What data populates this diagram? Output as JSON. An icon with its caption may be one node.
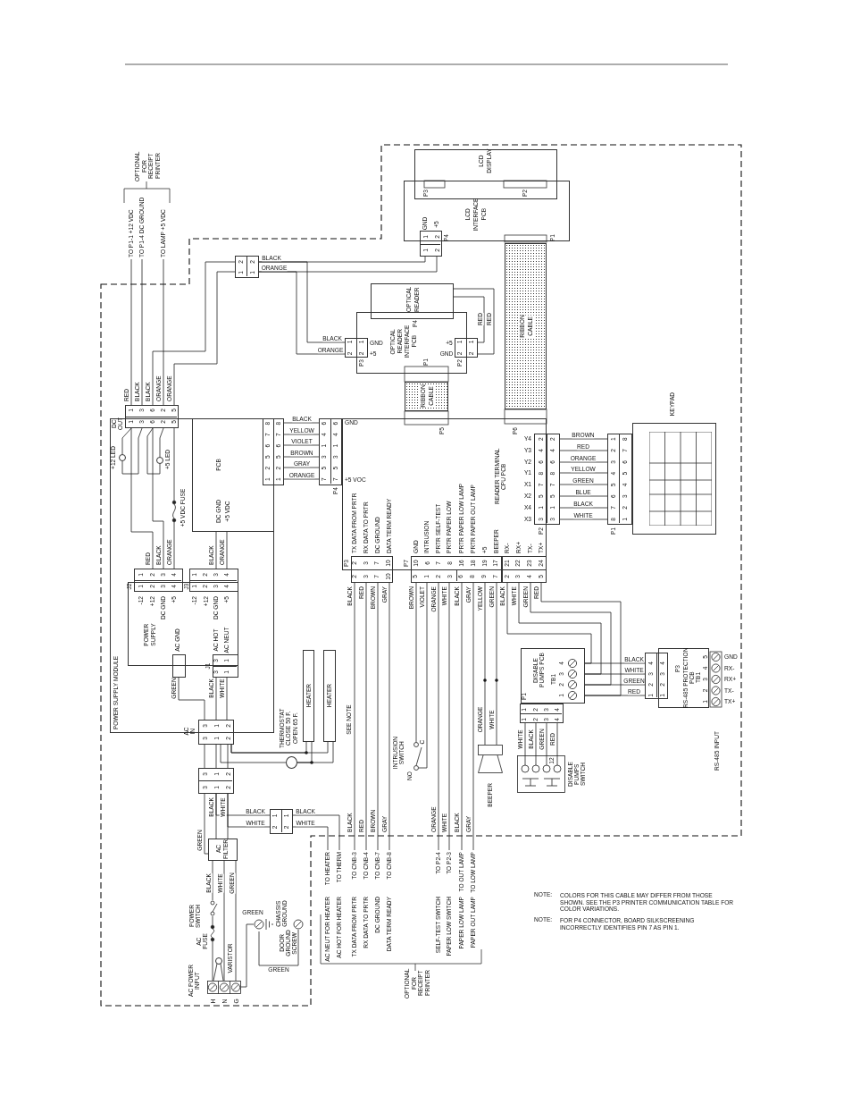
{
  "diagram": {
    "nodes": [
      {
        "text": [
          "OPTIONAL FOR RECEIPT PRINTER"
        ]
      },
      {
        "text": [
          "TO P1-1 +12 VDC"
        ]
      },
      {
        "text": [
          "TO P1-4 DC GROUND"
        ]
      },
      {
        "text": [
          "TO LAMP +5 VDC"
        ]
      },
      {
        "text": [
          "1 2",
          "1 2"
        ]
      },
      {
        "text": [
          "LCD DISPLAY"
        ]
      },
      {
        "text": [
          "LCD INTERFACE PCB"
        ]
      },
      {
        "text": [
          "1 2",
          "1 2"
        ],
        "beside": [
          "P4"
        ]
      },
      {
        "text": [
          "RIBBON CABLE"
        ]
      },
      {
        "text": [
          "OPTICAL READER"
        ]
      },
      {
        "text": [
          "OPTICAL READER INTERFACE PCB"
        ]
      },
      {
        "text": [
          "2 1",
          "2 1"
        ],
        "beside": [
          "P3"
        ]
      },
      {
        "text": [
          "2 1",
          "2 1"
        ],
        "beside": [
          "P2"
        ]
      },
      {
        "text": [
          "RIBBON CABLE"
        ]
      },
      {
        "text": [
          "POWER SUPPLY MODULE"
        ]
      },
      {
        "text": [
          "1 3 6 2 5",
          "1 3 6 2 5"
        ],
        "beside": [
          "DC OUT"
        ]
      },
      {
        "text": [
          "PCB",
          "DC GND",
          "+5 VDC"
        ],
        "in": 14
      },
      {
        "text": [
          "1 2 5 6 7 8",
          "1 2 5 6 7 8"
        ]
      },
      {
        "text": [
          "READER TERMINAL CPU PCB"
        ]
      },
      {
        "text": [
          "7 5 3 1 4 6",
          "7 5 3 1 4 6"
        ],
        "beside": [
          "P4"
        ]
      },
      {
        "text": [
          "2 3 7 10",
          "2 3 7 10"
        ],
        "beside": [
          "P3"
        ]
      },
      {
        "text": [
          "10 6 7 8 16 18 19 17",
          "5 1 2 3",
          "6 8 9 7"
        ],
        "beside": [
          "P7"
        ]
      },
      {
        "text": [
          "21 22 23 24",
          "2 3 4 5"
        ]
      },
      {
        "text": [
          "3 1 5 7 8 6 4 2",
          "3 1 5 7 8 6 4 2"
        ],
        "beside": [
          "P2"
        ]
      },
      {
        "text": [
          "8 7 6 5 4 3 2 1",
          "1 2 3 4 5 6 7 8"
        ],
        "beside": [
          "P1"
        ]
      },
      {
        "text": [
          "KEYPAD"
        ]
      },
      {
        "text": [
          "POWER SUPPLY",
          "-12",
          "+12",
          "DC GND",
          "+5",
          "-12",
          "+12",
          "DC GND",
          "+5",
          "AC GND",
          "AC HOT",
          "AC NEUT"
        ],
        "in": 14
      },
      {
        "text": [
          "1 2 3 4",
          "1 2 3 4"
        ],
        "beside": [
          "J2"
        ],
        "in": 14
      },
      {
        "text": [
          "1 2 3 4",
          "1 2 3 4"
        ],
        "beside": [
          "J3"
        ],
        "in": 14
      },
      {
        "text": [
          "3 1",
          "3 1"
        ],
        "beside": [
          "J1"
        ],
        "in": 14
      },
      {
        "text": [],
        "shape": "box",
        "in": 14
      },
      {
        "text": [
          "3 1 2",
          "3 1 2"
        ],
        "beside": [
          "AC IN"
        ]
      },
      {
        "text": [
          "3 1 2",
          "3 1 2"
        ]
      },
      {
        "text": [
          "2 1",
          "2 1"
        ]
      },
      {
        "text": [
          "AC FILTER"
        ]
      },
      {
        "text": [
          "HEATER"
        ]
      },
      {
        "text": [
          "HEATER"
        ]
      },
      {
        "text": [
          "THERMOSTAT CLOSE 50 F. OPEN 65 F."
        ]
      },
      {
        "text": [
          "AC POWER INPUT",
          "H N G"
        ]
      },
      {
        "text": [
          "POWER SWITCH"
        ]
      },
      {
        "text": [
          "AC FUSE"
        ]
      },
      {
        "text": [
          "VARISTOR"
        ]
      },
      {
        "text": [
          "CHASSIS GROUND"
        ]
      },
      {
        "text": [
          "DOOR GROUND SCREW"
        ]
      },
      {
        "text": [
          "INTRUSION SWITCH",
          "NO",
          "C"
        ]
      },
      {
        "text": [
          "BEEPER"
        ]
      },
      {
        "text": [
          "DISABLE PUMPS PCB",
          "TB1",
          "1 2 3 4"
        ]
      },
      {
        "text": [
          "1 2 3 4",
          "1 2 3 4"
        ]
      },
      {
        "text": [
          "DISABLE PUMPS SWITCH",
          "12"
        ]
      },
      {
        "text": [
          "1 2 3 4",
          "1 2 3 4"
        ]
      },
      {
        "text": [
          "RS-485 PROTECTION PCB",
          "TB1",
          "1 2 3 4 5",
          "GND",
          "RX-",
          "RX+",
          "TX-",
          "TX+"
        ]
      },
      {
        "text": [
          "AC NEUT FOR HEATER",
          "TO HEATER"
        ]
      },
      {
        "text": [
          "AC HOT FOR HEATER",
          "TO THERM"
        ]
      },
      {
        "text": [
          "TX DATA FROM PRTR",
          "TO CNB-3"
        ]
      },
      {
        "text": [
          "RX DATA TO PRTR",
          "TO CNB-4"
        ]
      },
      {
        "text": [
          "DC GROUND",
          "TO CNB-7"
        ]
      },
      {
        "text": [
          "DATA TERM READY",
          "TO CNB-8"
        ]
      },
      {
        "text": [
          "SELF-TEST SWITCH",
          "TO P2-4"
        ]
      },
      {
        "text": [
          "PAPER LOW SWITCH",
          "TO P2-3"
        ]
      },
      {
        "text": [
          "PAPER LOW LAMP",
          "TO OUT LAMP"
        ]
      },
      {
        "text": [
          "PAPER OUT LAMP",
          "TO LOW LAMP"
        ]
      },
      {
        "text": [
          "OPTIONAL FOR RECEIPT PRINTER"
        ]
      },
      {
        "text": [
          "+12 LED"
        ],
        "in": 14
      },
      {
        "text": [
          "+5 LED"
        ],
        "in": 14
      },
      {
        "text": [
          "+5 VDC FUSE"
        ],
        "in": 14
      }
    ],
    "edges": [
      {
        "from": 15,
        "to": 1,
        "arrow": "none",
        "label": "RED"
      },
      {
        "from": 15,
        "to": 2,
        "arrow": "none",
        "label": "BLACK"
      },
      {
        "from": 15,
        "to": 4,
        "arrow": "none",
        "label": "BLACK"
      },
      {
        "from": 15,
        "to": 3,
        "arrow": "none",
        "label": "ORANGE"
      },
      {
        "from": 15,
        "to": 4,
        "arrow": "none",
        "label": "ORANGE"
      },
      {
        "from": 4,
        "to": 7,
        "arrow": "none",
        "label": "BLACK"
      },
      {
        "from": 4,
        "to": 7,
        "arrow": "none",
        "label": "ORANGE"
      },
      {
        "from": 4,
        "to": 11,
        "arrow": "none",
        "label": "BLACK"
      },
      {
        "from": 4,
        "to": 11,
        "arrow": "none",
        "label": "ORANGE"
      },
      {
        "from": 12,
        "to": 9,
        "arrow": "none",
        "label": "RED"
      },
      {
        "from": 12,
        "to": 9,
        "arrow": "none",
        "label": "RED"
      },
      {
        "from": 15,
        "to": 62,
        "arrow": "none"
      },
      {
        "from": 15,
        "to": 62,
        "arrow": "none"
      },
      {
        "from": 15,
        "to": 63,
        "arrow": "none"
      },
      {
        "from": 15,
        "to": 63,
        "arrow": "none"
      },
      {
        "from": 15,
        "to": 27,
        "arrow": "none",
        "label": "RED"
      },
      {
        "from": 15,
        "to": 27,
        "arrow": "none",
        "label": "BLACK"
      },
      {
        "from": 15,
        "to": 64,
        "arrow": "none"
      },
      {
        "from": 64,
        "to": 27,
        "arrow": "none",
        "label": "ORANGE"
      },
      {
        "from": 16,
        "to": 28,
        "arrow": "none",
        "label": "BLACK"
      },
      {
        "from": 16,
        "to": 28,
        "arrow": "none",
        "label": "ORANGE"
      },
      {
        "from": 17,
        "to": 19,
        "arrow": "none",
        "label": "BLACK"
      },
      {
        "from": 17,
        "to": 19,
        "arrow": "none",
        "label": "YELLOW"
      },
      {
        "from": 17,
        "to": 19,
        "arrow": "none",
        "label": "VIOLET"
      },
      {
        "from": 17,
        "to": 19,
        "arrow": "none",
        "label": "BROWN"
      },
      {
        "from": 17,
        "to": 19,
        "arrow": "none",
        "label": "GRAY"
      },
      {
        "from": 17,
        "to": 19,
        "arrow": "none",
        "label": "ORANGE"
      },
      {
        "from": 23,
        "to": 24,
        "arrow": "none",
        "label": "BROWN"
      },
      {
        "from": 23,
        "to": 24,
        "arrow": "none",
        "label": "RED"
      },
      {
        "from": 23,
        "to": 24,
        "arrow": "none",
        "label": "ORANGE"
      },
      {
        "from": 23,
        "to": 24,
        "arrow": "none",
        "label": "YELLOW"
      },
      {
        "from": 23,
        "to": 24,
        "arrow": "none",
        "label": "GREEN"
      },
      {
        "from": 23,
        "to": 24,
        "arrow": "none",
        "label": "BLUE"
      },
      {
        "from": 23,
        "to": 24,
        "arrow": "none",
        "label": "BLACK"
      },
      {
        "from": 23,
        "to": 24,
        "arrow": "none",
        "label": "WHITE"
      },
      {
        "from": 20,
        "to": 53,
        "arrow": "none",
        "label": "BLACK"
      },
      {
        "from": 20,
        "to": 54,
        "arrow": "none",
        "label": "RED"
      },
      {
        "from": 20,
        "to": 55,
        "arrow": "none",
        "label": "BROWN"
      },
      {
        "from": 20,
        "to": 56,
        "arrow": "none",
        "label": "GRAY"
      },
      {
        "from": 21,
        "to": 44,
        "arrow": "none",
        "label": "BROWN"
      },
      {
        "from": 21,
        "to": 44,
        "arrow": "none",
        "label": "VIOLET"
      },
      {
        "from": 21,
        "to": 57,
        "arrow": "none",
        "label": "ORANGE"
      },
      {
        "from": 21,
        "to": 58,
        "arrow": "none",
        "label": "WHITE"
      },
      {
        "from": 21,
        "to": 59,
        "arrow": "none",
        "label": "BLACK"
      },
      {
        "from": 21,
        "to": 60,
        "arrow": "none",
        "label": "GRAY"
      },
      {
        "from": 21,
        "to": 45,
        "arrow": "none",
        "label": "YELLOW"
      },
      {
        "from": 21,
        "to": 45,
        "arrow": "none",
        "label": "GREEN"
      },
      {
        "from": 22,
        "to": 46,
        "arrow": "none",
        "label": "BLACK"
      },
      {
        "from": 22,
        "to": 46,
        "arrow": "none",
        "label": "WHITE"
      },
      {
        "from": 22,
        "to": 46,
        "arrow": "none",
        "label": "GREEN"
      },
      {
        "from": 22,
        "to": 46,
        "arrow": "none",
        "label": "RED"
      },
      {
        "from": 46,
        "to": 49,
        "arrow": "none",
        "label": "BLACK"
      },
      {
        "from": 46,
        "to": 49,
        "arrow": "none",
        "label": "WHITE"
      },
      {
        "from": 46,
        "to": 49,
        "arrow": "none",
        "label": "GREEN"
      },
      {
        "from": 46,
        "to": 49,
        "arrow": "none",
        "label": "RED"
      },
      {
        "from": 47,
        "to": 48,
        "arrow": "none",
        "label": "WHITE"
      },
      {
        "from": 47,
        "to": 48,
        "arrow": "none",
        "label": "BLACK"
      },
      {
        "from": 47,
        "to": 48,
        "arrow": "none",
        "label": "GREEN"
      },
      {
        "from": 47,
        "to": 48,
        "arrow": "none",
        "label": "RED"
      },
      {
        "from": 29,
        "to": 31,
        "arrow": "none",
        "label": "BLACK"
      },
      {
        "from": 29,
        "to": 31,
        "arrow": "none",
        "label": "WHITE"
      },
      {
        "from": 30,
        "to": 31,
        "arrow": "none",
        "label": "GREEN"
      },
      {
        "from": 31,
        "to": 32,
        "arrow": "none"
      },
      {
        "from": 31,
        "to": 32,
        "arrow": "none"
      },
      {
        "from": 31,
        "to": 32,
        "arrow": "none"
      },
      {
        "from": 31,
        "to": 37,
        "arrow": "none"
      },
      {
        "from": 31,
        "to": 35,
        "arrow": "none"
      },
      {
        "from": 31,
        "to": 36,
        "arrow": "none"
      },
      {
        "from": 37,
        "to": 35,
        "arrow": "none"
      },
      {
        "from": 37,
        "to": 36,
        "arrow": "none"
      },
      {
        "from": 32,
        "to": 34,
        "arrow": "none",
        "label": "BLACK"
      },
      {
        "from": 32,
        "to": 34,
        "arrow": "none",
        "label": "WHITE"
      },
      {
        "from": 32,
        "to": 34,
        "arrow": "none",
        "label": "GREEN"
      },
      {
        "from": 32,
        "to": 33,
        "arrow": "none",
        "label": "BLACK"
      },
      {
        "from": 32,
        "to": 33,
        "arrow": "none",
        "label": "WHITE"
      },
      {
        "from": 33,
        "to": 52,
        "arrow": "none",
        "label": "BLACK"
      },
      {
        "from": 33,
        "to": 51,
        "arrow": "none",
        "label": "WHITE"
      },
      {
        "from": 34,
        "to": 39,
        "arrow": "none",
        "label": "BLACK"
      },
      {
        "from": 39,
        "to": 40,
        "arrow": "none"
      },
      {
        "from": 40,
        "to": 38,
        "arrow": "none"
      },
      {
        "from": 34,
        "to": 38,
        "arrow": "none",
        "label": "WHITE"
      },
      {
        "from": 34,
        "to": 38,
        "arrow": "none",
        "label": "GREEN"
      },
      {
        "from": 41,
        "to": 38,
        "arrow": "none"
      },
      {
        "from": 41,
        "to": 38,
        "arrow": "none"
      },
      {
        "from": 38,
        "to": 42,
        "arrow": "none",
        "label": "GREEN"
      },
      {
        "from": 42,
        "to": 43,
        "arrow": "none",
        "label": "GREEN"
      }
    ],
    "labels": [
      "P3",
      "P2",
      "GND",
      "+5",
      "P1",
      "P4",
      "GND",
      "+5",
      "+5",
      "GND",
      "P1",
      "P5",
      "P6",
      "GND",
      "+5 VOC",
      "TX DATA FROM PRTR",
      "RX DATA TO PRTR",
      "DC GROUND",
      "DATA TERM READY",
      "GND",
      "INTRUSION",
      "PRTR SELF-TEST",
      "PRTR PAPER LOW",
      "PRTR PAPER LOW LAMP",
      "PRTR PAPER OUT LAMP",
      "+5",
      "BEEPER",
      "RX-",
      "RX+",
      "TX-",
      "TX+",
      "Y4",
      "Y3",
      "Y2",
      "Y1",
      "X1",
      "X2",
      "X4",
      "X3",
      "SEE NOTE",
      "BLACK",
      "RED",
      "BROWN",
      "GRAY",
      "ORANGE",
      "WHITE",
      "BLACK",
      "GRAY",
      "ORANGE",
      "WHITE",
      "RS-485 INPUT",
      "P1",
      "P3",
      "NOTE:",
      "COLORS FOR THIS CABLE MAY DIFFER FROM THOSE SHOWN. SEE THE P3 PRINTER COMMUNICATION TABLE FOR COLOR VARIATIONS.",
      "NOTE:",
      "FOR P4 CONNECTOR, BOARD SILKSCREENING INCORRECTLY IDENTIFIES PIN 7 AS PIN 1."
    ]
  }
}
